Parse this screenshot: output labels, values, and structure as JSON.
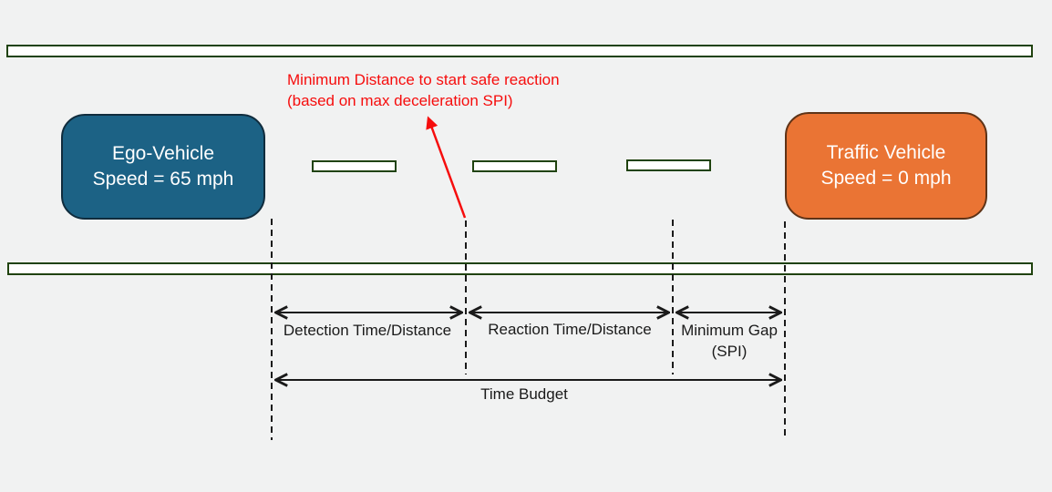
{
  "colors": {
    "background": "#F1F2F2",
    "road_green": "#20430F",
    "ego_fill": "#1C6285",
    "ego_border": "#102C3D",
    "traffic_fill": "#EA7434",
    "traffic_border": "#5E3317",
    "annotation_red": "#F60D0D",
    "line_black": "#1A1A1A"
  },
  "ego_vehicle": {
    "name": "Ego-Vehicle",
    "speed": "Speed = 65 mph"
  },
  "traffic_vehicle": {
    "name": "Traffic Vehicle",
    "speed": "Speed = 0 mph"
  },
  "annotation": {
    "line1": "Minimum Distance to start safe reaction",
    "line2": "(based on max deceleration SPI)"
  },
  "spans": {
    "detection": "Detection Time/Distance",
    "reaction": "Reaction Time/Distance",
    "min_gap_line1": "Minimum Gap",
    "min_gap_line2": "(SPI)",
    "time_budget": "Time Budget"
  }
}
